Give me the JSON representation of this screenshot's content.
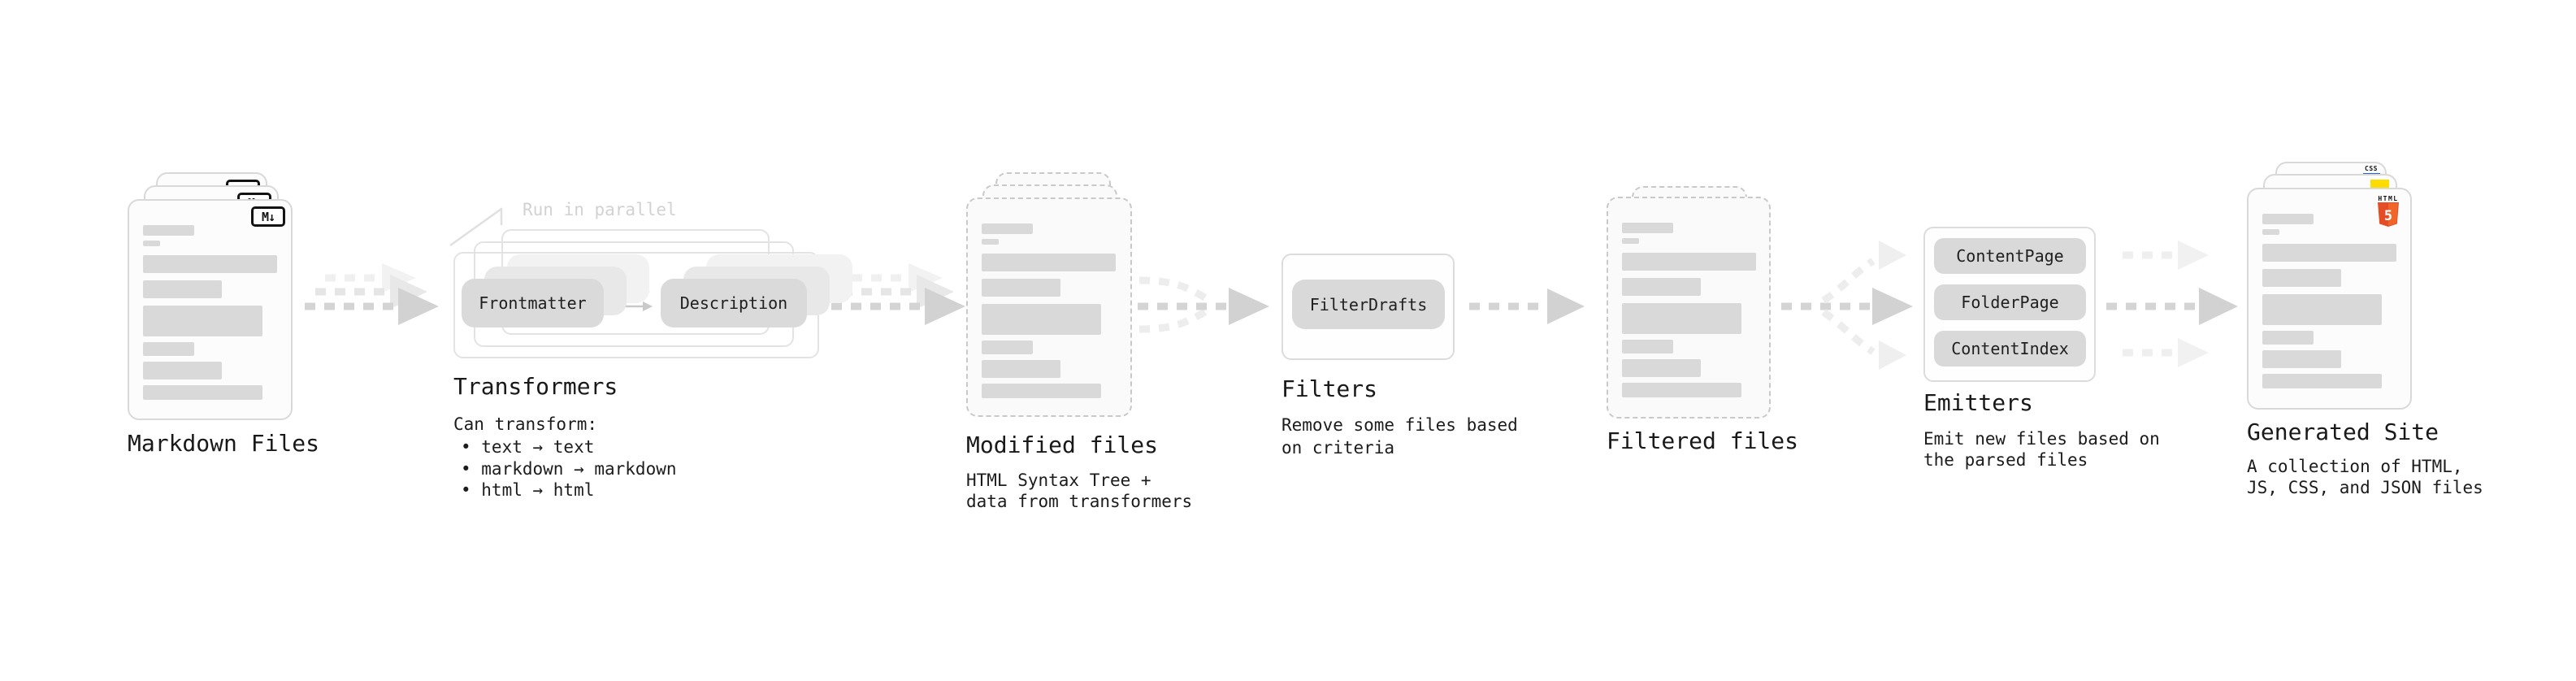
{
  "diagram": {
    "stages": {
      "markdown_files": {
        "label": "Markdown Files",
        "badge": "M↓"
      },
      "transformers": {
        "title": "Transformers",
        "annotation": "Run in parallel",
        "input_pill": "Frontmatter",
        "output_pill": "Description",
        "description_intro": "Can transform:",
        "bullets": [
          "• text → text",
          "• markdown → markdown",
          "• html → html"
        ]
      },
      "modified_files": {
        "title": "Modified files",
        "subtitle": "HTML Syntax Tree +\ndata from transformers"
      },
      "filters": {
        "title": "Filters",
        "pill": "FilterDrafts",
        "subtitle": "Remove some files based\non criteria"
      },
      "filtered_files": {
        "title": "Filtered files"
      },
      "emitters": {
        "title": "Emitters",
        "pills": [
          "ContentPage",
          "FolderPage",
          "ContentIndex"
        ],
        "subtitle": "Emit new files based on\nthe parsed files"
      },
      "generated_site": {
        "title": "Generated Site",
        "subtitle": "A collection of HTML,\nJS, CSS, and JSON files",
        "badges": {
          "html_label": "HTML",
          "html_number": "5",
          "css_label": "CSS"
        }
      }
    },
    "colors": {
      "html5_orange": "#e44d26",
      "html5_orange_light": "#f16529",
      "js_yellow": "#fddd00",
      "css_blue": "#2862e9",
      "text": "#1a1a1a",
      "muted_gray": "#d9d9d9"
    }
  }
}
